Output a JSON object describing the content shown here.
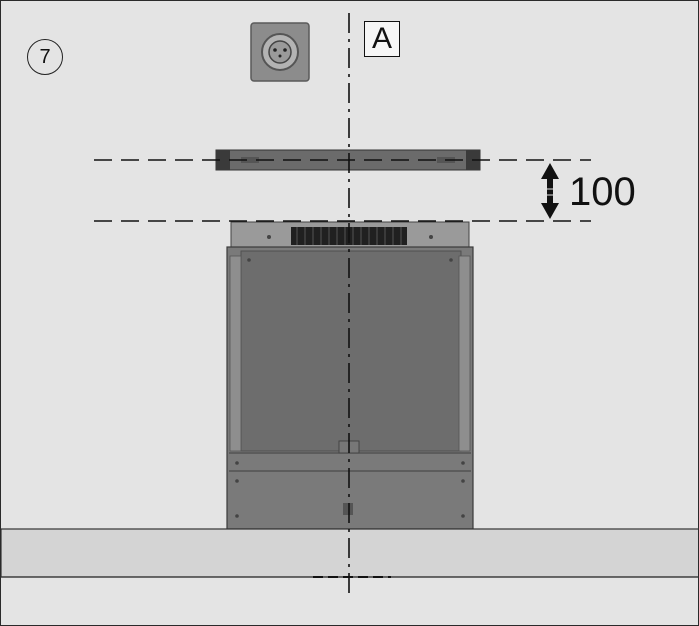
{
  "diagram": {
    "step_number": "7",
    "reference_label": "A",
    "dimension_value": "100",
    "icons": {
      "outlet": "power-outlet-icon",
      "dimension_arrow": "double-arrow-icon"
    },
    "colors": {
      "background": "#e4e4e4",
      "line": "#1a1a1a",
      "appliance_body": "#6f6f6f",
      "appliance_frame": "#8a8a8a",
      "worktop": "#d2d2d2",
      "outlet_plate": "#8c8c8c"
    }
  }
}
